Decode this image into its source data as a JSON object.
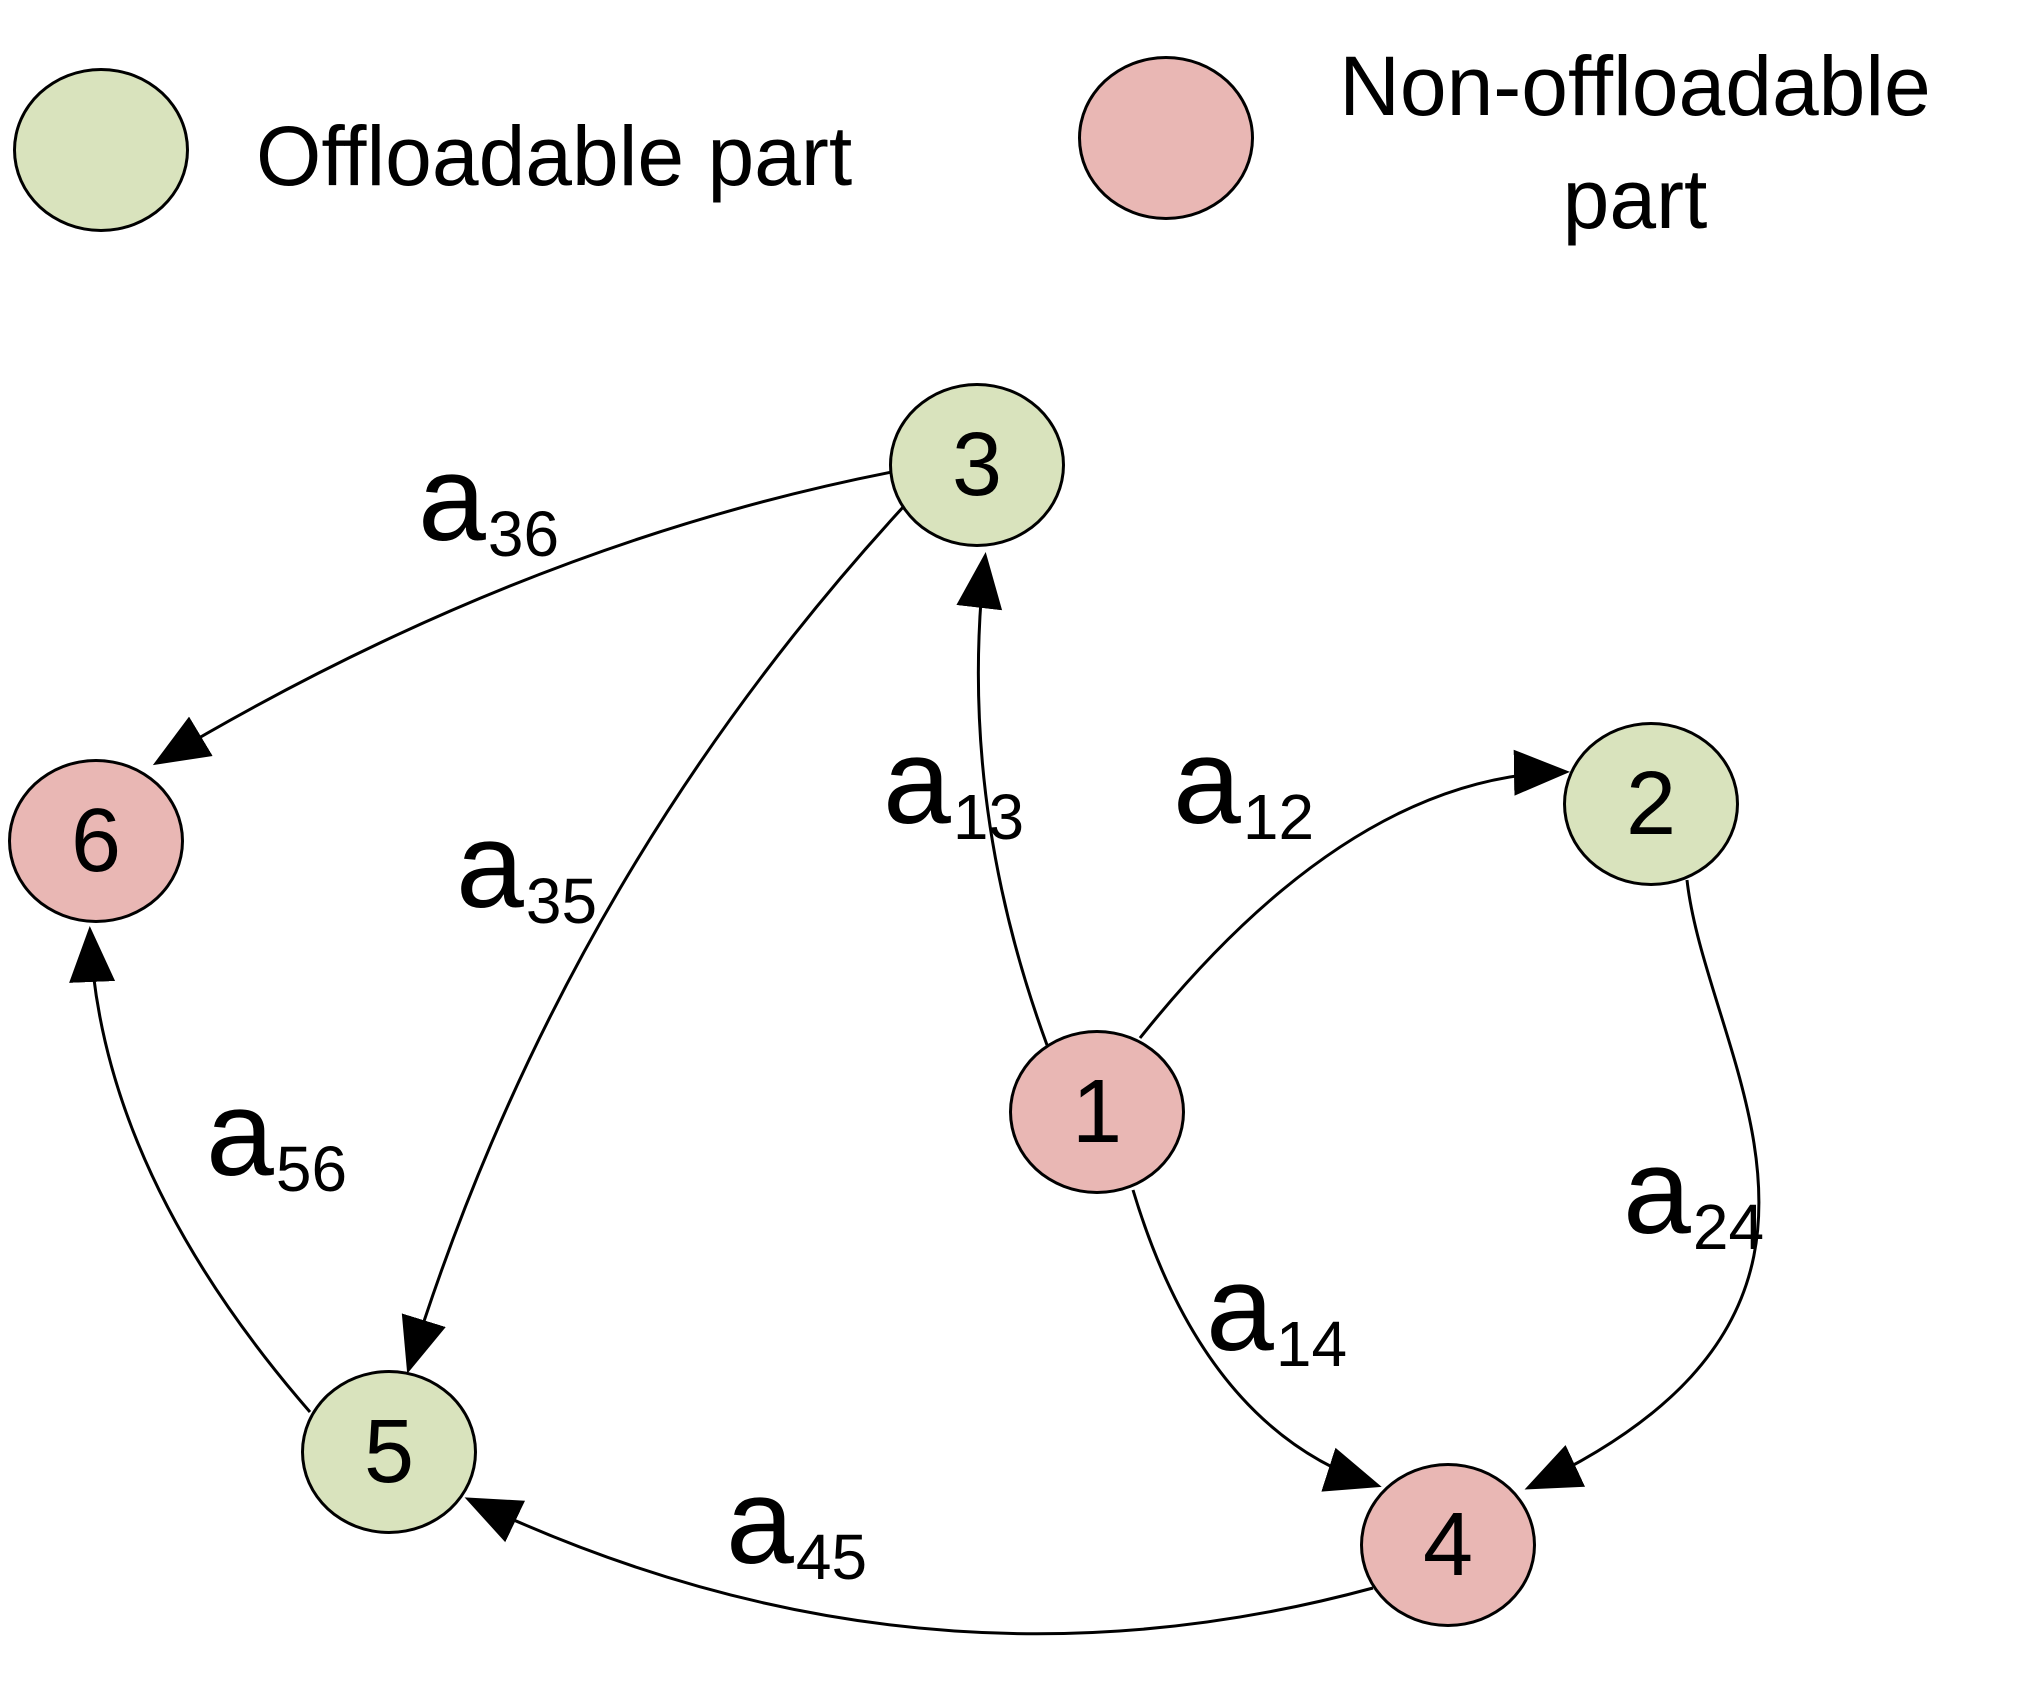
{
  "figure": {
    "type": "directed-graph-diagram",
    "description": "Application task graph split into offloadable and non-offloadable parts"
  },
  "legend": {
    "items": [
      {
        "label": "Offloadable part",
        "type": "offloadable"
      },
      {
        "label": "Non-offloadable part",
        "type": "non-offloadable"
      }
    ]
  },
  "colors": {
    "offloadable-fill": "#d9e3bd",
    "non-offloadable-fill": "#e9b7b4",
    "edge-stroke": "#000000",
    "node-border": "#000000",
    "background": "#ffffff",
    "text": "#000000"
  },
  "nodes": [
    {
      "id": "1",
      "label": "1",
      "type": "non-offloadable"
    },
    {
      "id": "2",
      "label": "2",
      "type": "offloadable"
    },
    {
      "id": "3",
      "label": "3",
      "type": "offloadable"
    },
    {
      "id": "4",
      "label": "4",
      "type": "non-offloadable"
    },
    {
      "id": "5",
      "label": "5",
      "type": "offloadable"
    },
    {
      "id": "6",
      "label": "6",
      "type": "non-offloadable"
    }
  ],
  "edges": [
    {
      "id": "a36",
      "base": "a",
      "sub": "36",
      "from": "3",
      "to": "6"
    },
    {
      "id": "a35",
      "base": "a",
      "sub": "35",
      "from": "3",
      "to": "5"
    },
    {
      "id": "a13",
      "base": "a",
      "sub": "13",
      "from": "1",
      "to": "3"
    },
    {
      "id": "a12",
      "base": "a",
      "sub": "12",
      "from": "1",
      "to": "2"
    },
    {
      "id": "a56",
      "base": "a",
      "sub": "56",
      "from": "5",
      "to": "6"
    },
    {
      "id": "a14",
      "base": "a",
      "sub": "14",
      "from": "1",
      "to": "4"
    },
    {
      "id": "a24",
      "base": "a",
      "sub": "24",
      "from": "2",
      "to": "4"
    },
    {
      "id": "a45",
      "base": "a",
      "sub": "45",
      "from": "4",
      "to": "5"
    }
  ]
}
